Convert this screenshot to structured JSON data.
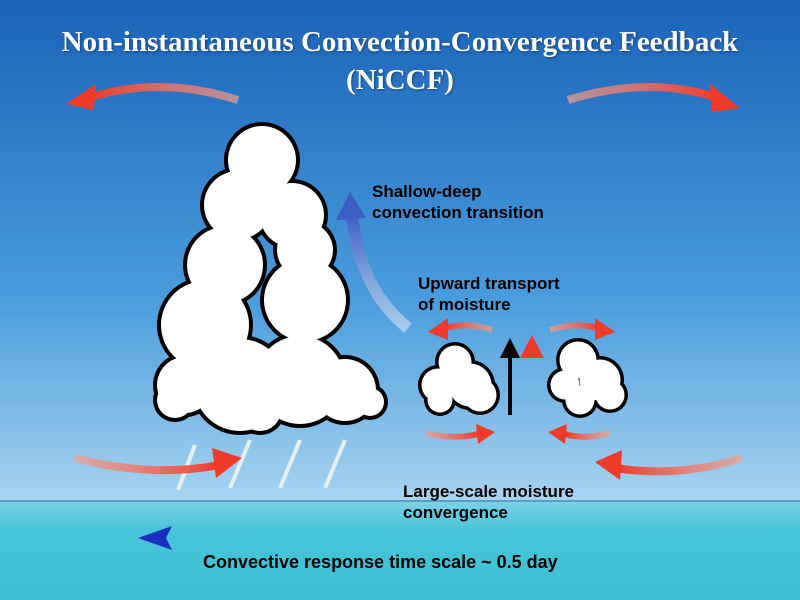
{
  "title": {
    "line1": "Non-instantaneous Convection-Convergence Feedback",
    "line2": "(NiCCF)"
  },
  "labels": {
    "shallow_deep": [
      "Shallow-deep",
      "convection transition"
    ],
    "upward": [
      "Upward transport",
      "of moisture"
    ],
    "convergence": [
      "Large-scale moisture",
      "convergence"
    ],
    "timescale": "Convective response time scale ~ 0.5 day"
  },
  "colors": {
    "sky_top": "#1a62b8",
    "sky_bottom": "#9ccdee",
    "sea": "#4fc7da",
    "red_arrow": "#f03a2a",
    "blue_arrow": "#1f3fc0"
  }
}
